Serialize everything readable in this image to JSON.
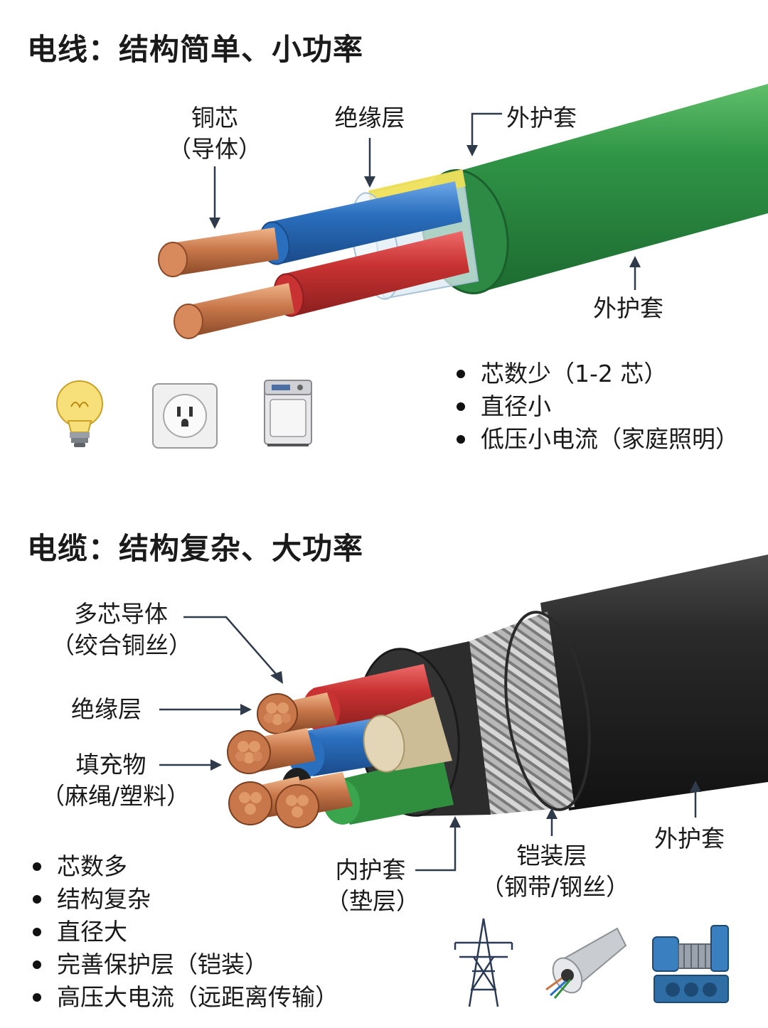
{
  "wire": {
    "title": "电线：结构简单、小功率",
    "labels": {
      "copper_core": [
        "铜芯",
        "（导体）"
      ],
      "insulation": "绝缘层",
      "sheath_top": "外护套",
      "sheath_bottom": "外护套"
    },
    "bullets": [
      "芯数少（1-2 芯）",
      "直径小",
      "低压小电流（家庭照明）"
    ],
    "icons": [
      "light-bulb-icon",
      "power-outlet-icon",
      "washing-machine-icon"
    ],
    "colors": {
      "sheath": "#2e8b45",
      "blue": "#2a6fbe",
      "red": "#c83232",
      "copper": "#c8774a",
      "insulation_yellow": "#f2e04a"
    }
  },
  "cable": {
    "title": "电缆：结构复杂、大功率",
    "labels": {
      "multi_core": [
        "多芯导体",
        "（绞合铜丝）"
      ],
      "insulation": "绝缘层",
      "filler": [
        "填充物",
        "（麻绳/塑料）"
      ],
      "inner_sheath": [
        "内护套",
        "（垫层）"
      ],
      "armor": [
        "铠装层",
        "（钢带/钢丝）"
      ],
      "outer_sheath": "外护套"
    },
    "bullets": [
      "芯数多",
      "结构复杂",
      "直径大",
      "完善保护层（铠装）",
      "高压大电流（远距离传输）"
    ],
    "icons": [
      "transmission-tower-icon",
      "cable-conduit-icon",
      "winch-machine-icon"
    ],
    "colors": {
      "sheath": "#2a2a2a",
      "armor": "#9a9a9a",
      "red": "#c83232",
      "blue": "#2a6fbe",
      "green": "#2f8f3f",
      "filler": "#d8c9a6"
    }
  }
}
